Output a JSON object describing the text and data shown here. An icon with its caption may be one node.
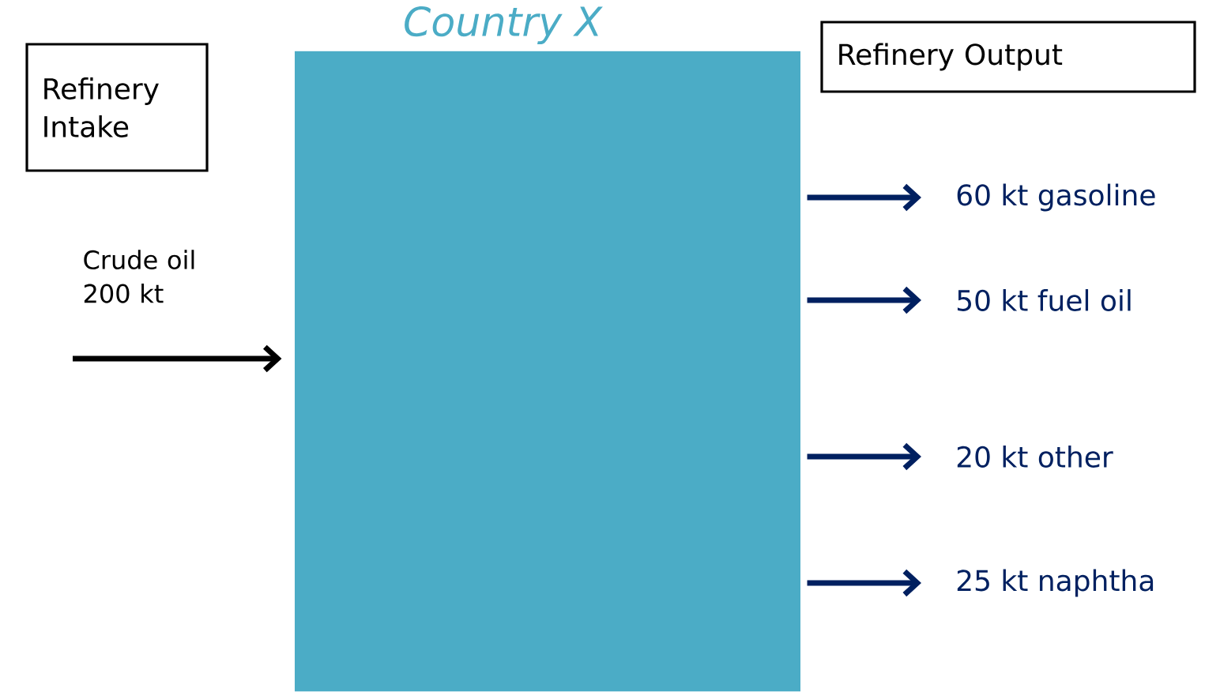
{
  "diagram": {
    "title": "Country X",
    "nodes": [
      {
        "text": [],
        "shape": "box"
      },
      {
        "text": [
          "Refinery Intake"
        ]
      },
      {
        "text": [
          "Refinery Output"
        ]
      },
      {
        "text": [
          "60 kt gasoline"
        ]
      },
      {
        "text": [
          "50 kt fuel oil"
        ]
      },
      {
        "text": [
          "20 kt other"
        ]
      },
      {
        "text": [
          "25 kt naphtha"
        ]
      }
    ],
    "edges": [
      {
        "from": null,
        "to": 0,
        "arrow": "to",
        "label": "Crude oil 200 kt",
        "color": "#000000"
      },
      {
        "from": 0,
        "to": 3,
        "arrow": "to"
      },
      {
        "from": 0,
        "to": 4,
        "arrow": "to"
      },
      {
        "from": 0,
        "to": 5,
        "arrow": "to"
      },
      {
        "from": 0,
        "to": 6,
        "arrow": "to"
      }
    ]
  }
}
